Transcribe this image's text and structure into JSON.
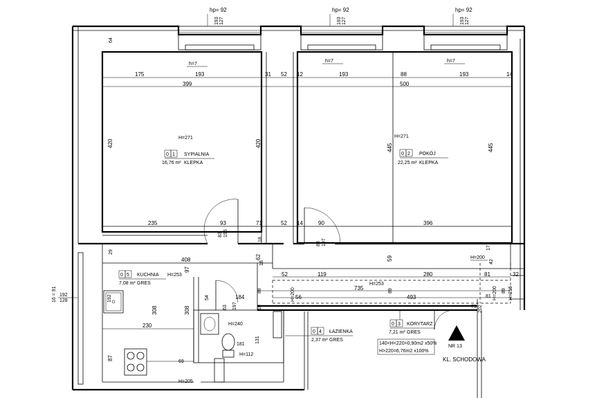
{
  "windows": {
    "hp": "hp= 92",
    "h7": "h=7",
    "w193": "193",
    "w127": "127",
    "d64": "64"
  },
  "top_dims": {
    "row1": [
      "175",
      "193",
      "31",
      "52",
      "12",
      "193",
      "88",
      "193",
      "14"
    ],
    "row2": [
      "399",
      "500"
    ]
  },
  "rooms": {
    "sypialnia": {
      "height": "H=271",
      "num0": "0",
      "num": "1",
      "name": "SYPIALNIA",
      "area": "16,76 m²",
      "floor": "KLEPKA",
      "side": "420"
    },
    "pokoj": {
      "height": "H=271",
      "num0": "0",
      "num": "2",
      "name": "POKÓJ",
      "area": "22,25 m²",
      "floor": "KLEPKA",
      "side": "445"
    },
    "kuchnia": {
      "height": "H=253",
      "num0": "0",
      "num": "5",
      "name": "KUCHNIA",
      "area": "7,08 m²",
      "floor": "GRES"
    },
    "korytarz": {
      "height": "H=253",
      "num0": "0",
      "num": "3",
      "name": "KORYTARZ",
      "area": "7,21 m²",
      "floor": "GRES",
      "note1": "140<H<220=0,90m2 x50%",
      "note2": "H>220=6,76m2 x100%"
    },
    "lazienka": {
      "height": "H=240",
      "num0": "0",
      "num": "4",
      "name": "ŁAZIENKA",
      "area": "2,37 m²",
      "floor": "GRES"
    }
  },
  "mid_dims": [
    "235",
    "93",
    "71",
    "52",
    "14",
    "90",
    "396",
    "83",
    "195",
    "83",
    "197",
    "18",
    "29",
    "18",
    "408",
    "97",
    "62",
    "59",
    "42",
    "17"
  ],
  "hall_dims": [
    "52",
    "119",
    "280",
    "81",
    "32",
    "735",
    "89",
    "89",
    "493",
    "56",
    "184",
    "79",
    "202",
    "81",
    "89",
    "10",
    "54",
    "63",
    "197"
  ],
  "heights": {
    "h200a": "H=200",
    "h200b": "H=200",
    "h200c": "H=200",
    "h215": "H=215",
    "h112": "H=112",
    "h205": "H=205"
  },
  "kitchen_dims": [
    "192",
    "230",
    "308",
    "308",
    "87",
    "69",
    "181",
    "131",
    "128",
    "192",
    "16 = 91"
  ],
  "stairs": {
    "nr": "NR 13",
    "label": "KL. SCHODOWA"
  }
}
